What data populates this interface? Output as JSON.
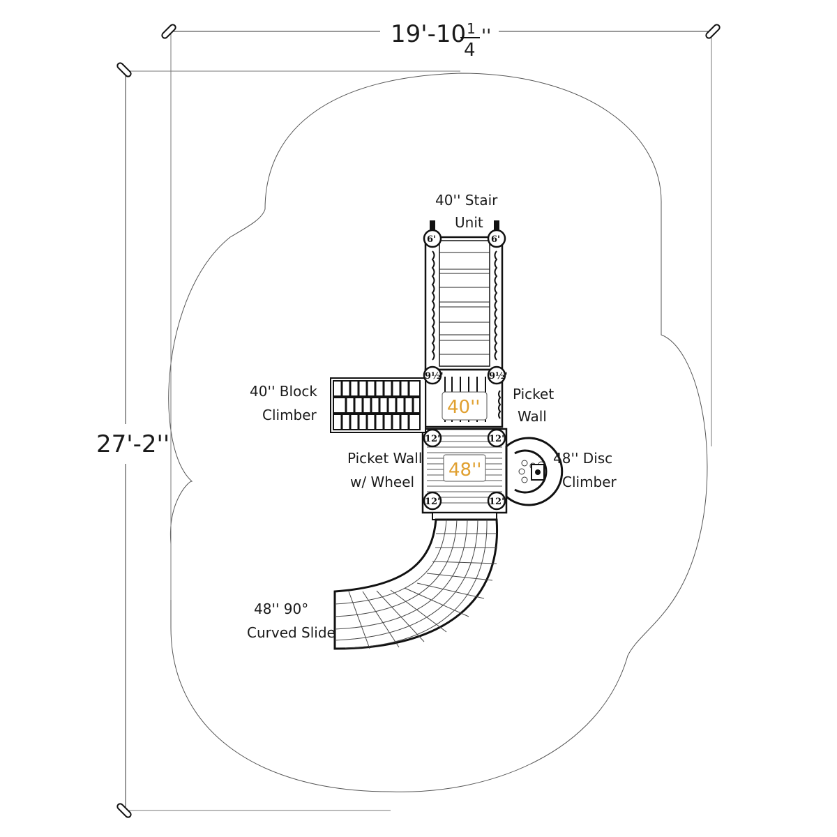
{
  "dimensions": {
    "width": "19'-10",
    "width_frac_num": "1",
    "width_frac_den": "4",
    "width_inch": "''",
    "depth": "27'-2''"
  },
  "labels": {
    "stair_line1": "40'' Stair",
    "stair_line2": "Unit",
    "block_line1": "40'' Block",
    "block_line2": "Climber",
    "picket_line1": "Picket",
    "picket_line2": "Wall",
    "picket_wheel_line1": "Picket Wall",
    "picket_wheel_line2": "w/  Wheel",
    "disc_line1": "48'' Disc",
    "disc_line2": "Climber",
    "slide_line1": "48'' 90°",
    "slide_line2": "Curved Slide"
  },
  "decks": {
    "upper": "40''",
    "lower": "48''"
  },
  "posts": {
    "top_left": "6'",
    "top_right": "6'",
    "mid_left": "9½'",
    "mid_right": "9½'",
    "deck_tl": "12'",
    "deck_tr": "12'",
    "deck_bl": "12'",
    "deck_br": "12'"
  },
  "colors": {
    "deck_label": "#e0a030",
    "line": "#111111"
  }
}
